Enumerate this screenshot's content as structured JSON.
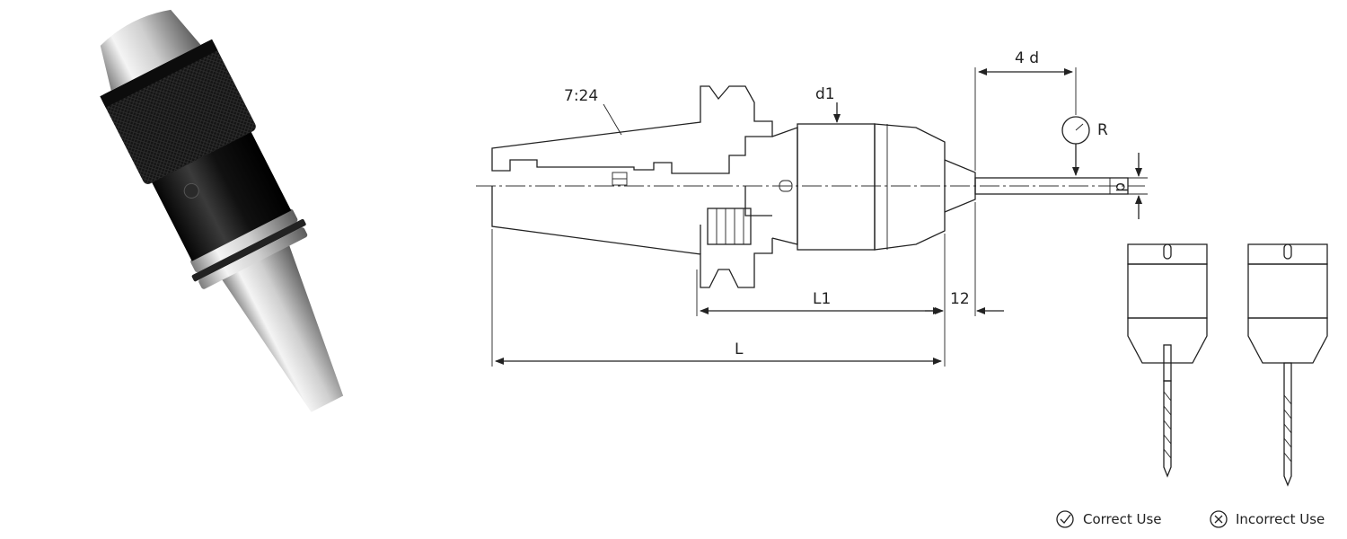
{
  "labels": {
    "taper": "7:24",
    "d1": "d1",
    "four_d": "4 d",
    "r": "R",
    "d": "d",
    "l1": "L1",
    "twelve": "12",
    "l": "L"
  },
  "legend": {
    "correct": "Correct Use",
    "incorrect": "Incorrect Use"
  },
  "colors": {
    "line": "#222222",
    "knurl": "#222222",
    "chuck_black": "#151515",
    "steel_light": "#e8e8e8",
    "steel_dark": "#8a8a8a"
  }
}
